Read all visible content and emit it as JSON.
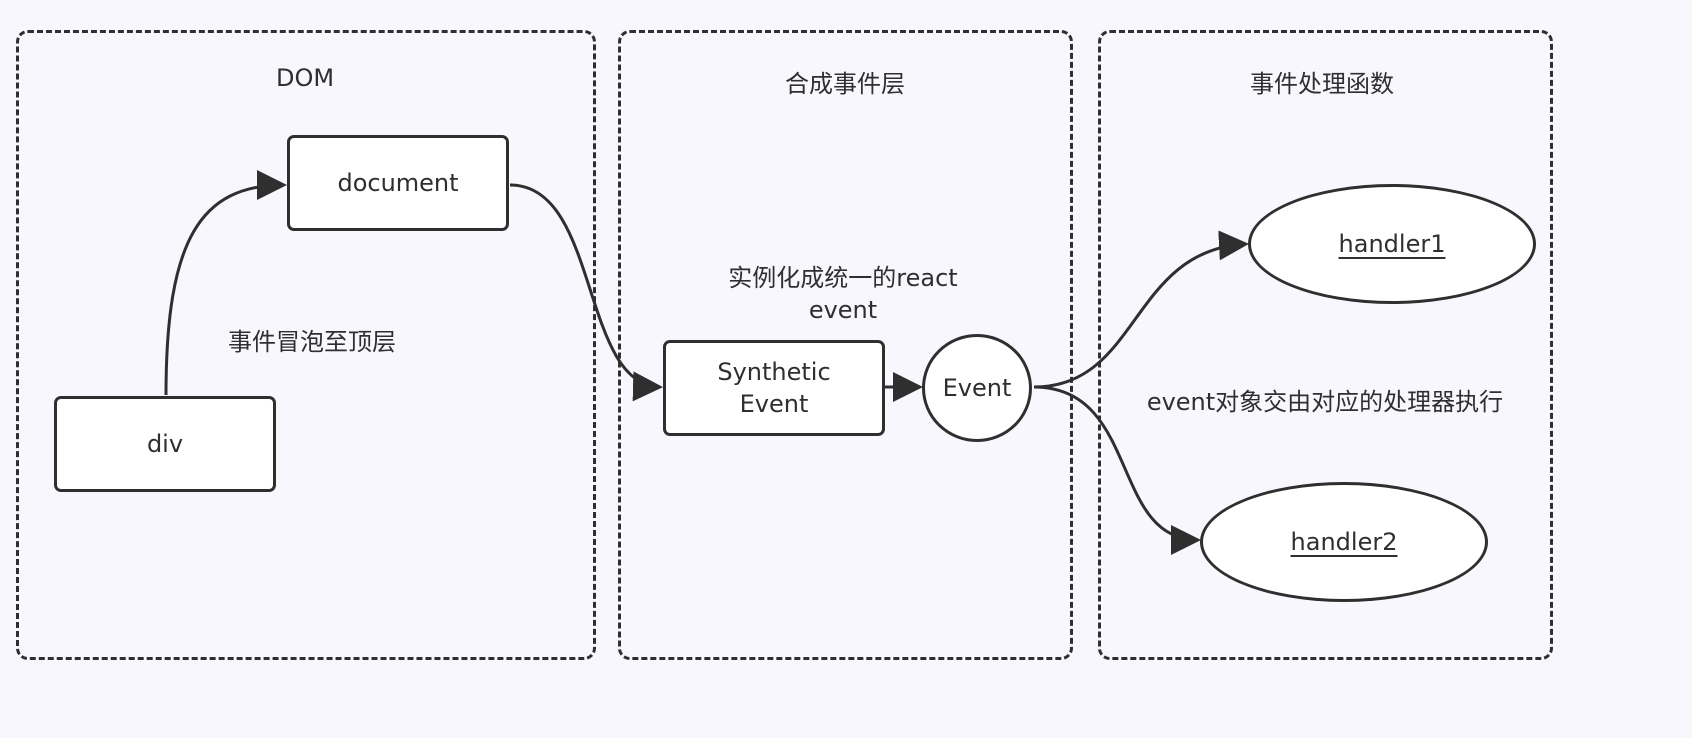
{
  "panels": {
    "dom": {
      "title": "DOM"
    },
    "synthetic": {
      "title": "合成事件层"
    },
    "handlers": {
      "title": "事件处理函数"
    }
  },
  "nodes": {
    "document": "document",
    "div": "div",
    "synthetic_event_line1": "Synthetic",
    "synthetic_event_line2": "Event",
    "event": "Event",
    "handler1": "handler1",
    "handler2": "handler2"
  },
  "labels": {
    "bubble": "事件冒泡至顶层",
    "instantiate_line1": "实例化成统一的react",
    "instantiate_line2": "event",
    "dispatch": "event对象交由对应的处理器执行"
  },
  "colors": {
    "background": "#f7f7fd",
    "stroke": "#2f2f2f",
    "node_fill": "#ffffff"
  }
}
